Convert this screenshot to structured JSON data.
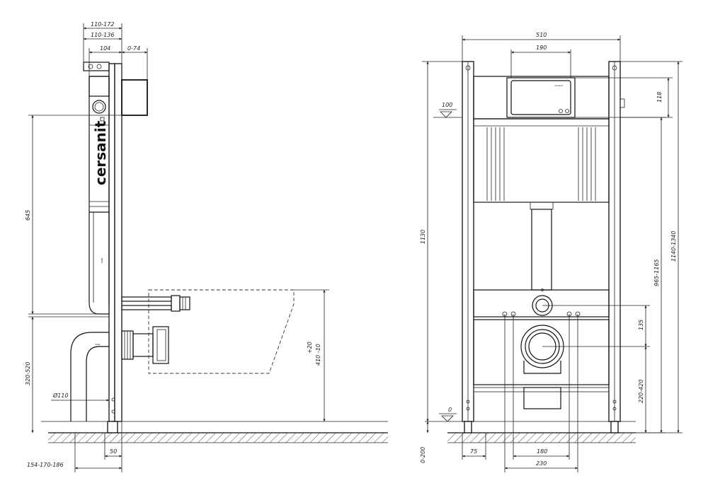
{
  "brand": "cersanit",
  "side_view": {
    "dims": {
      "w_110_172": "110-172",
      "w_110_136": "110-136",
      "w_104": "104",
      "w_0_74": "0-74",
      "h_645": "645",
      "h_320_520": "320-520",
      "diam_110": "Ø110",
      "w_50": "50",
      "w_154_170_186": "154-170-186",
      "h_410_10": "410 -10",
      "h_plus20": "+20"
    }
  },
  "front_view": {
    "dims": {
      "w_510": "510",
      "w_190": "190",
      "h_118": "118",
      "lvl_100": "100",
      "h_1130": "1130",
      "h_965_1165": "965-1165",
      "h_1140_1340": "1140-1340",
      "h_135": "135",
      "h_220_420": "220-420",
      "lvl_0": "0",
      "h_0_200": "0-200",
      "w_75": "75",
      "w_180": "180",
      "w_230": "230"
    }
  }
}
